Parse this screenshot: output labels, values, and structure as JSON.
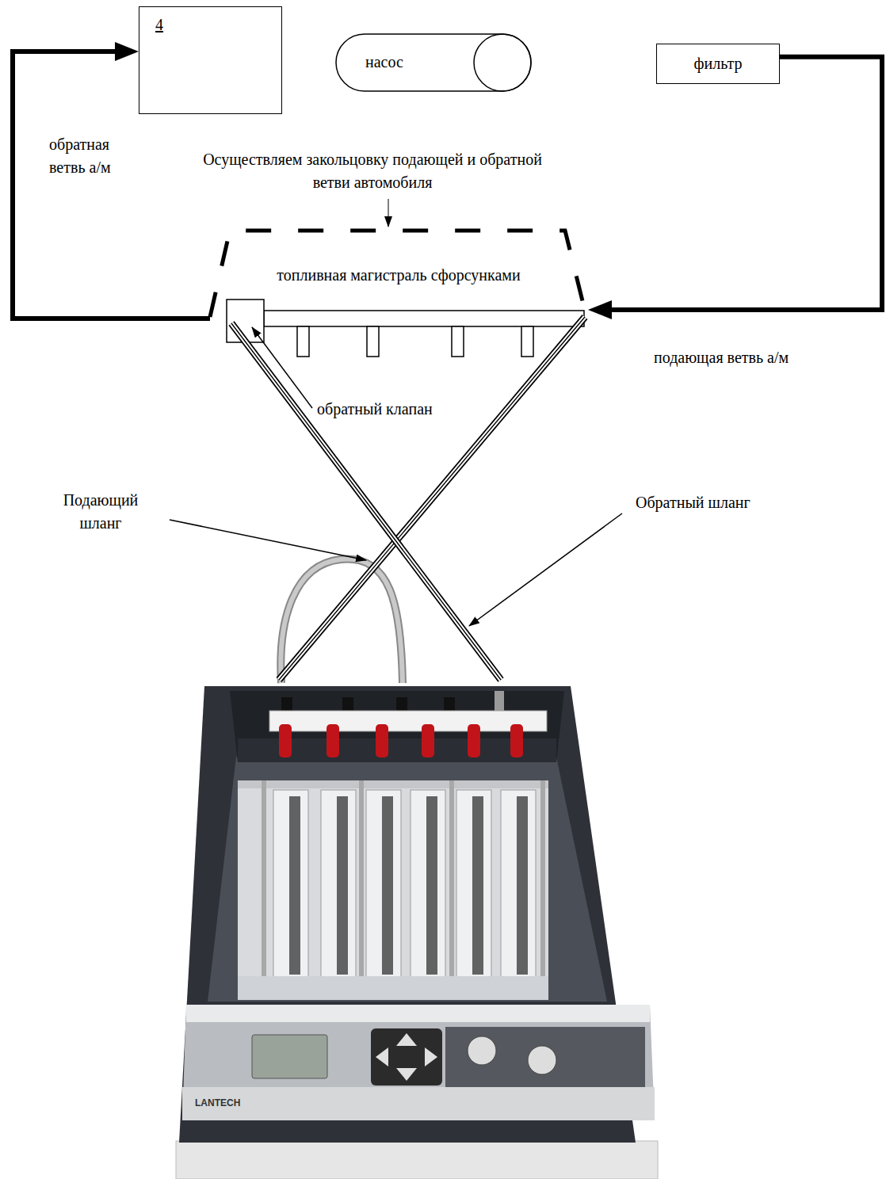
{
  "diagram": {
    "nodes": [
      {
        "text": [
          "4"
        ]
      },
      {
        "text": [
          "насос"
        ]
      },
      {
        "text": [
          "фильтр"
        ]
      },
      {
        "text": [
          "топливная магистраль сфорсунками"
        ]
      }
    ],
    "edges": [
      {
        "from": 2,
        "to": 3,
        "arrow": "to",
        "label": "подающая ветвь а/м"
      },
      {
        "from": 3,
        "to": 0,
        "arrow": "to",
        "label": "обратная ветвь а/м"
      }
    ],
    "labels": [
      "Осуществляем закольцовку подающей и обратной ветви автомобиля",
      "обратный клапан",
      "Подающий шланг",
      "Обратный шланг",
      "LANTECH"
    ]
  }
}
